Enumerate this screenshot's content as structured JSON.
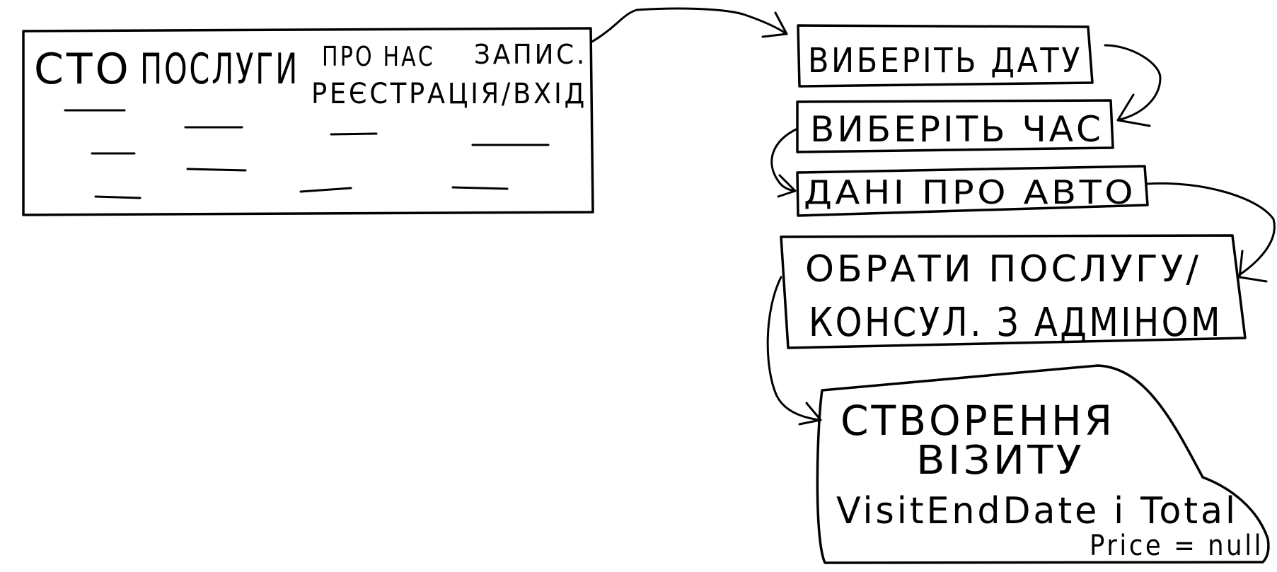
{
  "wireframe": {
    "nav": {
      "logo": "СТО",
      "services": "ПОСЛУГИ",
      "about": "ПРО НАС",
      "booking": "ЗАПИС.",
      "auth": "РЕЄСТРАЦІЯ/ВХІД"
    }
  },
  "flow": {
    "steps": {
      "select_date": "ВИБЕРІТЬ ДАТУ",
      "select_time": "ВИБЕРІТЬ ЧАС",
      "car_data": "ДАНІ ПРО АВТО",
      "service_line1": "ОБРАТИ ПОСЛУГУ/",
      "service_line2": "КОНСУЛ. З АДМІНОМ",
      "visit_line1": "СТВОРЕННЯ",
      "visit_line2": "ВІЗИТУ",
      "visit_line3": "VisitEndDate і Total",
      "visit_line4": "Price = null"
    }
  }
}
